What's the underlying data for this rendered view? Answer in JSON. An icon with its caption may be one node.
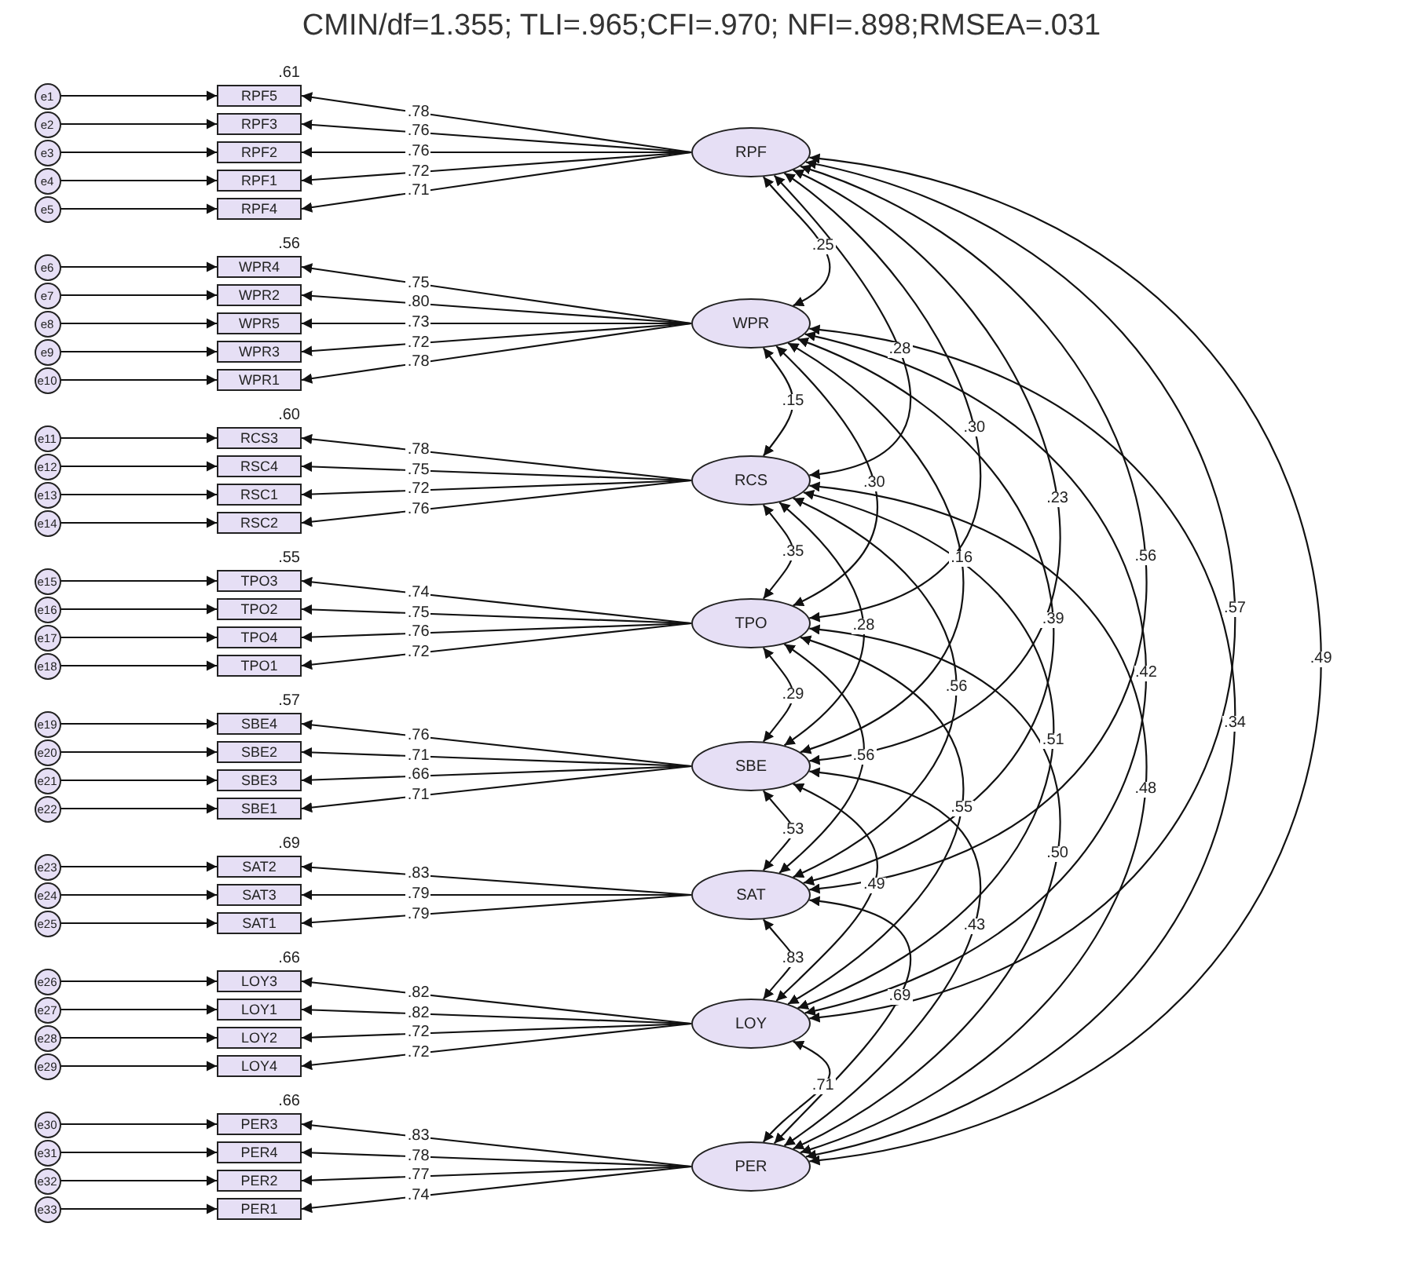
{
  "diagram": {
    "title": "CMIN/df=1.355; TLI=.965;CFI=.970; NFI=.898;RMSEA=.031",
    "nodes": [
      {
        "text": [
          "e1"
        ]
      },
      {
        "text": [
          "e2"
        ]
      },
      {
        "text": [
          "e3"
        ]
      },
      {
        "text": [
          "e4"
        ]
      },
      {
        "text": [
          "e5"
        ]
      },
      {
        "text": [
          "e6"
        ]
      },
      {
        "text": [
          "e7"
        ]
      },
      {
        "text": [
          "e8"
        ]
      },
      {
        "text": [
          "e9"
        ]
      },
      {
        "text": [
          "e10"
        ]
      },
      {
        "text": [
          "e11"
        ]
      },
      {
        "text": [
          "e12"
        ]
      },
      {
        "text": [
          "e13"
        ]
      },
      {
        "text": [
          "e14"
        ]
      },
      {
        "text": [
          "e15"
        ]
      },
      {
        "text": [
          "e16"
        ]
      },
      {
        "text": [
          "e17"
        ]
      },
      {
        "text": [
          "e18"
        ]
      },
      {
        "text": [
          "e19"
        ]
      },
      {
        "text": [
          "e20"
        ]
      },
      {
        "text": [
          "e21"
        ]
      },
      {
        "text": [
          "e22"
        ]
      },
      {
        "text": [
          "e23"
        ]
      },
      {
        "text": [
          "e24"
        ]
      },
      {
        "text": [
          "e25"
        ]
      },
      {
        "text": [
          "e26"
        ]
      },
      {
        "text": [
          "e27"
        ]
      },
      {
        "text": [
          "e28"
        ]
      },
      {
        "text": [
          "e29"
        ]
      },
      {
        "text": [
          "e30"
        ]
      },
      {
        "text": [
          "e31"
        ]
      },
      {
        "text": [
          "e32"
        ]
      },
      {
        "text": [
          "e33"
        ]
      },
      {
        "text": [
          "RPF5"
        ],
        "beside": [
          ".61"
        ]
      },
      {
        "text": [
          "RPF3"
        ]
      },
      {
        "text": [
          "RPF2"
        ]
      },
      {
        "text": [
          "RPF1"
        ]
      },
      {
        "text": [
          "RPF4"
        ]
      },
      {
        "text": [
          "WPR4"
        ],
        "beside": [
          ".56"
        ]
      },
      {
        "text": [
          "WPR2"
        ]
      },
      {
        "text": [
          "WPR5"
        ]
      },
      {
        "text": [
          "WPR3"
        ]
      },
      {
        "text": [
          "WPR1"
        ]
      },
      {
        "text": [
          "RCS3"
        ],
        "beside": [
          ".60"
        ]
      },
      {
        "text": [
          "RSC4"
        ]
      },
      {
        "text": [
          "RSC1"
        ]
      },
      {
        "text": [
          "RSC2"
        ]
      },
      {
        "text": [
          "TPO3"
        ],
        "beside": [
          ".55"
        ]
      },
      {
        "text": [
          "TPO2"
        ]
      },
      {
        "text": [
          "TPO4"
        ]
      },
      {
        "text": [
          "TPO1"
        ]
      },
      {
        "text": [
          "SBE4"
        ],
        "beside": [
          ".57"
        ]
      },
      {
        "text": [
          "SBE2"
        ]
      },
      {
        "text": [
          "SBE3"
        ]
      },
      {
        "text": [
          "SBE1"
        ]
      },
      {
        "text": [
          "SAT2"
        ],
        "beside": [
          ".69"
        ]
      },
      {
        "text": [
          "SAT3"
        ]
      },
      {
        "text": [
          "SAT1"
        ]
      },
      {
        "text": [
          "LOY3"
        ],
        "beside": [
          ".66"
        ]
      },
      {
        "text": [
          "LOY1"
        ]
      },
      {
        "text": [
          "LOY2"
        ]
      },
      {
        "text": [
          "LOY4"
        ]
      },
      {
        "text": [
          "PER3"
        ],
        "beside": [
          ".66"
        ]
      },
      {
        "text": [
          "PER4"
        ]
      },
      {
        "text": [
          "PER2"
        ]
      },
      {
        "text": [
          "PER1"
        ]
      },
      {
        "text": [
          "RPF"
        ]
      },
      {
        "text": [
          "WPR"
        ]
      },
      {
        "text": [
          "RCS"
        ]
      },
      {
        "text": [
          "TPO"
        ]
      },
      {
        "text": [
          "SBE"
        ]
      },
      {
        "text": [
          "SAT"
        ]
      },
      {
        "text": [
          "LOY"
        ]
      },
      {
        "text": [
          "PER"
        ]
      }
    ],
    "edges": [
      {
        "from": 0,
        "to": 33,
        "arrow": "to"
      },
      {
        "from": 1,
        "to": 34,
        "arrow": "to"
      },
      {
        "from": 2,
        "to": 35,
        "arrow": "to"
      },
      {
        "from": 3,
        "to": 36,
        "arrow": "to"
      },
      {
        "from": 4,
        "to": 37,
        "arrow": "to"
      },
      {
        "from": 5,
        "to": 38,
        "arrow": "to"
      },
      {
        "from": 6,
        "to": 39,
        "arrow": "to"
      },
      {
        "from": 7,
        "to": 40,
        "arrow": "to"
      },
      {
        "from": 8,
        "to": 41,
        "arrow": "to"
      },
      {
        "from": 9,
        "to": 42,
        "arrow": "to"
      },
      {
        "from": 10,
        "to": 43,
        "arrow": "to"
      },
      {
        "from": 11,
        "to": 44,
        "arrow": "to"
      },
      {
        "from": 12,
        "to": 45,
        "arrow": "to"
      },
      {
        "from": 13,
        "to": 46,
        "arrow": "to"
      },
      {
        "from": 14,
        "to": 47,
        "arrow": "to"
      },
      {
        "from": 15,
        "to": 48,
        "arrow": "to"
      },
      {
        "from": 16,
        "to": 49,
        "arrow": "to"
      },
      {
        "from": 17,
        "to": 50,
        "arrow": "to"
      },
      {
        "from": 18,
        "to": 51,
        "arrow": "to"
      },
      {
        "from": 19,
        "to": 52,
        "arrow": "to"
      },
      {
        "from": 20,
        "to": 53,
        "arrow": "to"
      },
      {
        "from": 21,
        "to": 54,
        "arrow": "to"
      },
      {
        "from": 22,
        "to": 55,
        "arrow": "to"
      },
      {
        "from": 23,
        "to": 56,
        "arrow": "to"
      },
      {
        "from": 24,
        "to": 57,
        "arrow": "to"
      },
      {
        "from": 25,
        "to": 58,
        "arrow": "to"
      },
      {
        "from": 26,
        "to": 59,
        "arrow": "to"
      },
      {
        "from": 27,
        "to": 60,
        "arrow": "to"
      },
      {
        "from": 28,
        "to": 61,
        "arrow": "to"
      },
      {
        "from": 29,
        "to": 62,
        "arrow": "to"
      },
      {
        "from": 30,
        "to": 63,
        "arrow": "to"
      },
      {
        "from": 31,
        "to": 64,
        "arrow": "to"
      },
      {
        "from": 32,
        "to": 65,
        "arrow": "to"
      },
      {
        "from": 66,
        "to": 33,
        "arrow": "to",
        "label": ".78"
      },
      {
        "from": 66,
        "to": 34,
        "arrow": "to",
        "label": ".76"
      },
      {
        "from": 66,
        "to": 35,
        "arrow": "to",
        "label": ".76"
      },
      {
        "from": 66,
        "to": 36,
        "arrow": "to",
        "label": ".72"
      },
      {
        "from": 66,
        "to": 37,
        "arrow": "to",
        "label": ".71"
      },
      {
        "from": 67,
        "to": 38,
        "arrow": "to",
        "label": ".75"
      },
      {
        "from": 67,
        "to": 39,
        "arrow": "to",
        "label": ".80"
      },
      {
        "from": 67,
        "to": 40,
        "arrow": "to",
        "label": ".73"
      },
      {
        "from": 67,
        "to": 41,
        "arrow": "to",
        "label": ".72"
      },
      {
        "from": 67,
        "to": 42,
        "arrow": "to",
        "label": ".78"
      },
      {
        "from": 68,
        "to": 43,
        "arrow": "to",
        "label": ".78"
      },
      {
        "from": 68,
        "to": 44,
        "arrow": "to",
        "label": ".75"
      },
      {
        "from": 68,
        "to": 45,
        "arrow": "to",
        "label": ".72"
      },
      {
        "from": 68,
        "to": 46,
        "arrow": "to",
        "label": ".76"
      },
      {
        "from": 69,
        "to": 47,
        "arrow": "to",
        "label": ".74"
      },
      {
        "from": 69,
        "to": 48,
        "arrow": "to",
        "label": ".75"
      },
      {
        "from": 69,
        "to": 49,
        "arrow": "to",
        "label": ".76"
      },
      {
        "from": 69,
        "to": 50,
        "arrow": "to",
        "label": ".72"
      },
      {
        "from": 70,
        "to": 51,
        "arrow": "to",
        "label": ".76"
      },
      {
        "from": 70,
        "to": 52,
        "arrow": "to",
        "label": ".71"
      },
      {
        "from": 70,
        "to": 53,
        "arrow": "to",
        "label": ".66"
      },
      {
        "from": 70,
        "to": 54,
        "arrow": "to",
        "label": ".71"
      },
      {
        "from": 71,
        "to": 55,
        "arrow": "to",
        "label": ".83"
      },
      {
        "from": 71,
        "to": 56,
        "arrow": "to",
        "label": ".79"
      },
      {
        "from": 71,
        "to": 57,
        "arrow": "to",
        "label": ".79"
      },
      {
        "from": 72,
        "to": 58,
        "arrow": "to",
        "label": ".82"
      },
      {
        "from": 72,
        "to": 59,
        "arrow": "to",
        "label": ".82"
      },
      {
        "from": 72,
        "to": 60,
        "arrow": "to",
        "label": ".72"
      },
      {
        "from": 72,
        "to": 61,
        "arrow": "to",
        "label": ".72"
      },
      {
        "from": 73,
        "to": 62,
        "arrow": "to",
        "label": ".83"
      },
      {
        "from": 73,
        "to": 63,
        "arrow": "to",
        "label": ".78"
      },
      {
        "from": 73,
        "to": 64,
        "arrow": "to",
        "label": ".77"
      },
      {
        "from": 73,
        "to": 65,
        "arrow": "to",
        "label": ".74"
      },
      {
        "from": 66,
        "to": 67,
        "arrow": "both",
        "label": ".25"
      },
      {
        "from": 66,
        "to": 68,
        "arrow": "both",
        "label": ".28"
      },
      {
        "from": 66,
        "to": 69,
        "arrow": "both",
        "label": ".30"
      },
      {
        "from": 66,
        "to": 70,
        "arrow": "both",
        "label": ".23"
      },
      {
        "from": 66,
        "to": 71,
        "arrow": "both",
        "label": ".56"
      },
      {
        "from": 66,
        "to": 72,
        "arrow": "both",
        "label": ".57"
      },
      {
        "from": 66,
        "to": 73,
        "arrow": "both",
        "label": ".49"
      },
      {
        "from": 67,
        "to": 68,
        "arrow": "both",
        "label": ".15"
      },
      {
        "from": 67,
        "to": 69,
        "arrow": "both",
        "label": ".30"
      },
      {
        "from": 67,
        "to": 70,
        "arrow": "both",
        "label": ".16"
      },
      {
        "from": 67,
        "to": 71,
        "arrow": "both",
        "label": ".39"
      },
      {
        "from": 67,
        "to": 72,
        "arrow": "both",
        "label": ".42"
      },
      {
        "from": 67,
        "to": 73,
        "arrow": "both",
        "label": ".34"
      },
      {
        "from": 68,
        "to": 69,
        "arrow": "both",
        "label": ".35"
      },
      {
        "from": 68,
        "to": 70,
        "arrow": "both",
        "label": ".28"
      },
      {
        "from": 68,
        "to": 71,
        "arrow": "both",
        "label": ".56"
      },
      {
        "from": 68,
        "to": 72,
        "arrow": "both",
        "label": ".51"
      },
      {
        "from": 68,
        "to": 73,
        "arrow": "both",
        "label": ".48"
      },
      {
        "from": 69,
        "to": 70,
        "arrow": "both",
        "label": ".29"
      },
      {
        "from": 69,
        "to": 71,
        "arrow": "both",
        "label": ".56"
      },
      {
        "from": 69,
        "to": 72,
        "arrow": "both",
        "label": ".55"
      },
      {
        "from": 69,
        "to": 73,
        "arrow": "both",
        "label": ".50"
      },
      {
        "from": 70,
        "to": 71,
        "arrow": "both",
        "label": ".53"
      },
      {
        "from": 70,
        "to": 72,
        "arrow": "both",
        "label": ".49"
      },
      {
        "from": 70,
        "to": 73,
        "arrow": "both",
        "label": ".43"
      },
      {
        "from": 71,
        "to": 72,
        "arrow": "both",
        "label": ".83"
      },
      {
        "from": 71,
        "to": 73,
        "arrow": "both",
        "label": ".69"
      },
      {
        "from": 72,
        "to": 73,
        "arrow": "both",
        "label": ".71"
      }
    ]
  }
}
